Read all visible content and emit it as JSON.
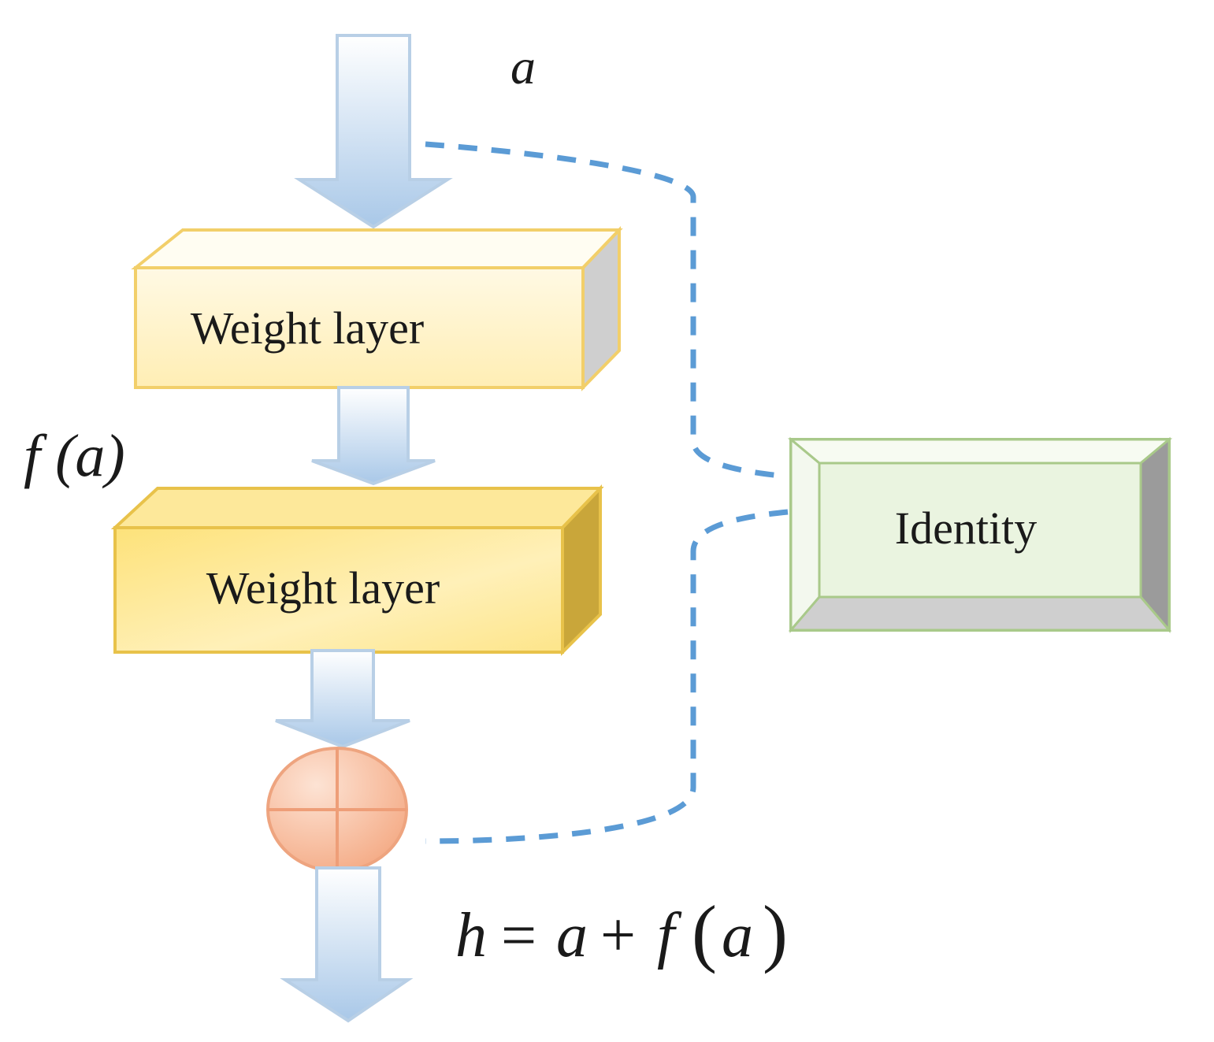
{
  "diagram": {
    "input_label": "a",
    "intermediate_label": "f (a)",
    "output_label": {
      "lhs": "h",
      "eq": "=",
      "a": "a",
      "plus": "+",
      "f": "f",
      "open": "(",
      "arg": "a",
      "close": ")"
    },
    "layers": [
      {
        "label": "Weight layer"
      },
      {
        "label": "Weight layer"
      }
    ],
    "shortcut": {
      "label": "Identity"
    },
    "adder": {
      "symbol": "plus"
    },
    "colors": {
      "arrow_fill_top": "#ffffff",
      "arrow_fill_bottom": "#a9c8e8",
      "arrow_stroke": "#b8cfe6",
      "layer1_front": "#fff6d0",
      "layer1_border": "#f2cf6a",
      "layer1_side": "#cfcfcf",
      "layer2_front": "#fde58a",
      "layer2_border": "#e8c24a",
      "layer2_side": "#c9a63a",
      "identity_face": "#eaf4e0",
      "identity_border": "#a9c98a",
      "identity_side": "#9a9a9a",
      "adder_fill": "#f6b99a",
      "adder_stroke": "#eea47f",
      "dashed_line": "#5b9bd5"
    }
  }
}
